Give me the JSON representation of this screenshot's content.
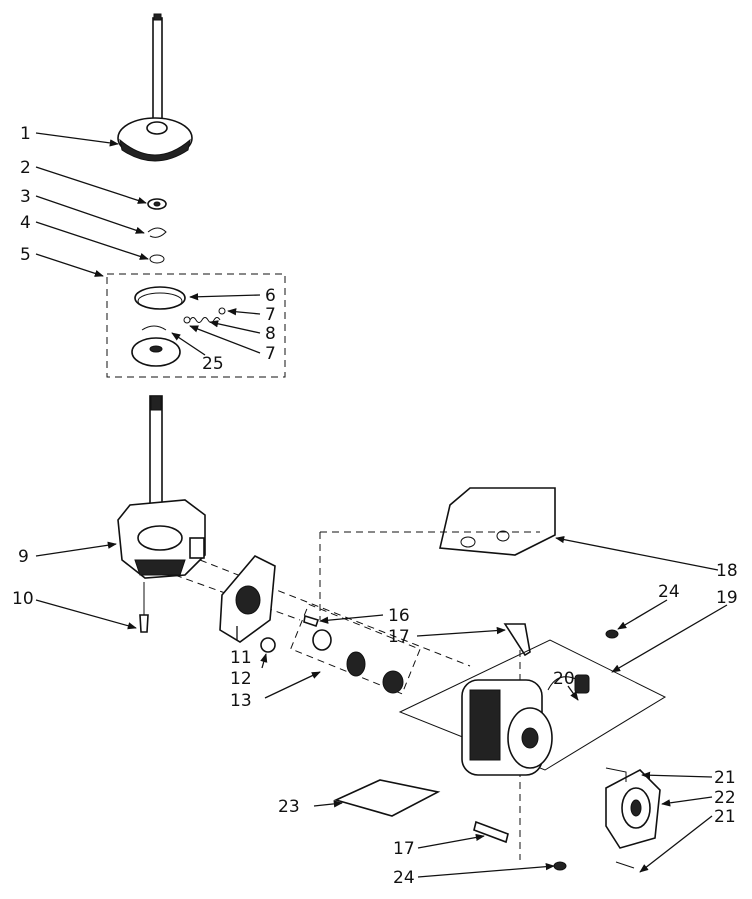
{
  "callouts": {
    "c1": "1",
    "c2": "2",
    "c3": "3",
    "c4": "4",
    "c5": "5",
    "c6": "6",
    "c7a": "7",
    "c8": "8",
    "c7b": "7",
    "c25": "25",
    "c9": "9",
    "c10": "10",
    "c11": "11",
    "c12": "12",
    "c13": "13",
    "c16": "16",
    "c17a": "17",
    "c18": "18",
    "c24a": "24",
    "c19": "19",
    "c20": "20",
    "c21a": "21",
    "c22": "22",
    "c21b": "21",
    "c23": "23",
    "c17b": "17",
    "c24b": "24"
  },
  "colors": {
    "ink": "#111111",
    "paper": "#ffffff"
  }
}
